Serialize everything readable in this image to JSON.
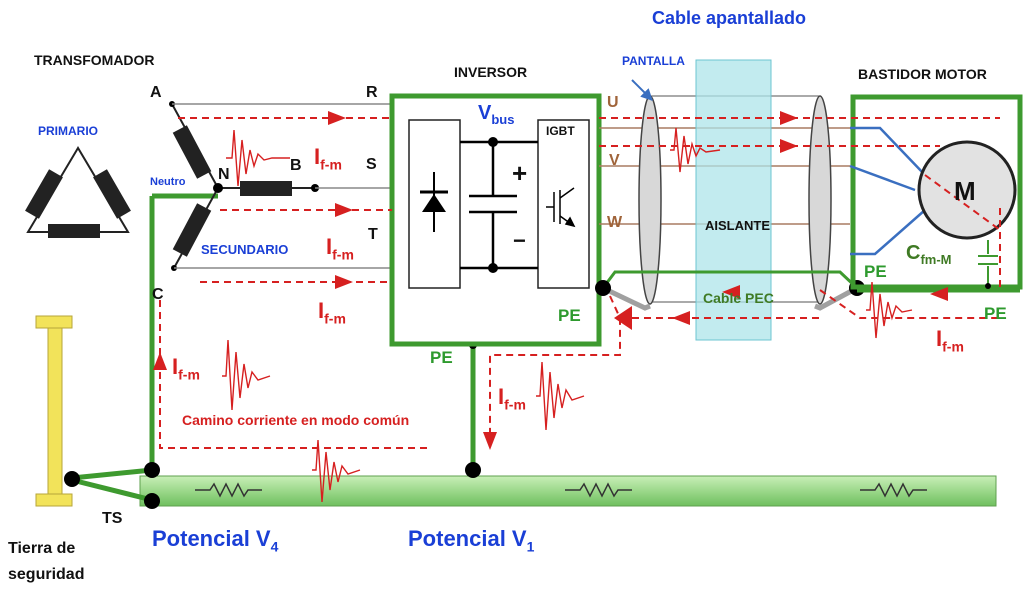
{
  "title": "Cable apantallado",
  "labels": {
    "transformer": "TRANSFOMADOR",
    "primary": "PRIMARIO",
    "secondary": "SECUNDARIO",
    "neutral_wire": "Neutro",
    "neutral_node": "N",
    "phase_a": "A",
    "phase_b": "B",
    "phase_c": "C",
    "line_r": "R",
    "line_s": "S",
    "line_t": "T",
    "inverter": "INVERSOR",
    "vbus_main": "V",
    "vbus_sub": "bus",
    "igbt": "IGBT",
    "plus": "+",
    "minus": "−",
    "out_u": "U",
    "out_v": "V",
    "out_w": "W",
    "shield": "PANTALLA",
    "insulation": "AISLANTE",
    "pec_cable": "Cable PEC",
    "motor_frame": "BASTIDOR MOTOR",
    "motor": "M",
    "cap_main": "C",
    "cap_sub": "fm-M",
    "pe": "PE",
    "current_main": "I",
    "current_sub": "f-m",
    "common_mode_path": "Camino corriente en modo común",
    "ts": "TS",
    "earth_line1": "Tierra de",
    "earth_line2": "seguridad",
    "potential_main": "Potencial V",
    "potential_v4_sub": "4",
    "potential_v1_sub": "1"
  },
  "colors": {
    "ground_bar": "#9bd88a",
    "pe_green": "#3e9a2f",
    "current_red": "#d62020",
    "blue_text": "#1a3fd6",
    "cable_fill": "#aee4ea",
    "rod_yellow": "#f2e35a",
    "motor_wire": "#3a6fc0",
    "phase_lines": "#a87b62"
  },
  "icons": [
    "winding-icon",
    "diode-icon",
    "capacitor-icon",
    "igbt-icon",
    "motor-icon",
    "resistor-icon",
    "ground-rod-icon",
    "current-arrow-icon",
    "oscillation-icon"
  ]
}
